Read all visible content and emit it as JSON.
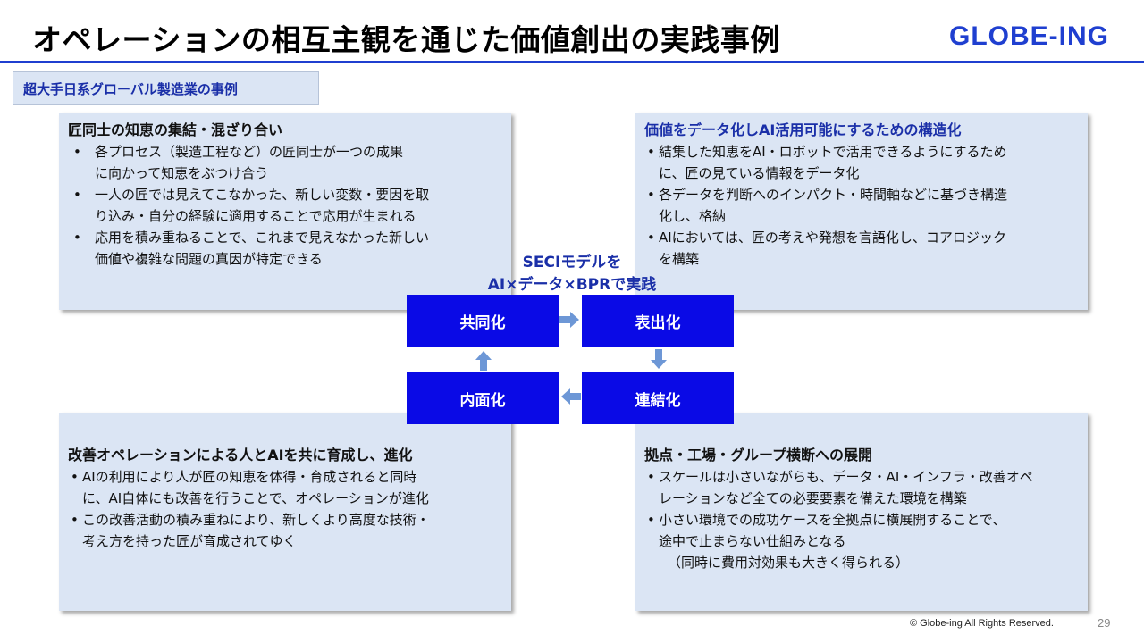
{
  "title": "オペレーションの相互主観を通じた価値創出の実践事例",
  "logo": "GLOBE-ING",
  "subtag": "超大手日系グローバル製造業の事例",
  "boxes": {
    "tl": {
      "heading": "匠同士の知恵の集結・混ざり合い",
      "lines": [
        [
          "各プロセス（製造工程など）の匠同士が一つの成果",
          "に向かって知恵をぶつけ合う"
        ],
        [
          "一人の匠では見えてこなかった、新しい変数・要因を取",
          "り込み・自分の経験に適用することで応用が生まれる"
        ],
        [
          "応用を積み重ねることで、これまで見えなかった新しい",
          "価値や複雑な問題の真因が特定できる"
        ]
      ]
    },
    "tr": {
      "heading": "価値をデータ化しAI活用可能にするための構造化",
      "lines": [
        [
          "結集した知恵をAI・ロボットで活用できるようにするため",
          "に、匠の見ている情報をデータ化"
        ],
        [
          "各データを判断へのインパクト・時間軸などに基づき構造",
          "化し、格納"
        ],
        [
          "AIにおいては、匠の考えや発想を言語化し、コアロジック",
          "を構築"
        ]
      ]
    },
    "bl": {
      "heading": "改善オペレーションによる人とAIを共に育成し、進化",
      "lines": [
        [
          "AIの利用により人が匠の知恵を体得・育成されると同時",
          "に、AI自体にも改善を行うことで、オペレーションが進化"
        ],
        [
          "この改善活動の積み重ねにより、新しくより高度な技術・",
          "考え方を持った匠が育成されてゆく"
        ]
      ]
    },
    "br": {
      "heading": "拠点・工場・グループ横断への展開",
      "lines": [
        [
          "スケールは小さいながらも、データ・AI・インフラ・改善オペ",
          "レーションなど全ての必要要素を備えた環境を構築"
        ],
        [
          "小さい環境での成功ケースを全拠点に横展開することで、",
          "途中で止まらない仕組みとなる"
        ]
      ],
      "note": "（同時に費用対効果も大きく得られる）"
    }
  },
  "seci": {
    "line1": "SECIモデルを",
    "line2": "AI×データ×BPRで実践"
  },
  "quadrants": {
    "socialization": "共同化",
    "externalization": "表出化",
    "internalization": "内面化",
    "combination": "連結化"
  },
  "colors": {
    "accent": "#1f3fd0",
    "quad_fill": "#0a0ae6",
    "box_fill": "#dbe5f4",
    "arrow": "#6d97d6"
  },
  "footer": "© Globe-ing All Rights Reserved.",
  "page_number": "29"
}
